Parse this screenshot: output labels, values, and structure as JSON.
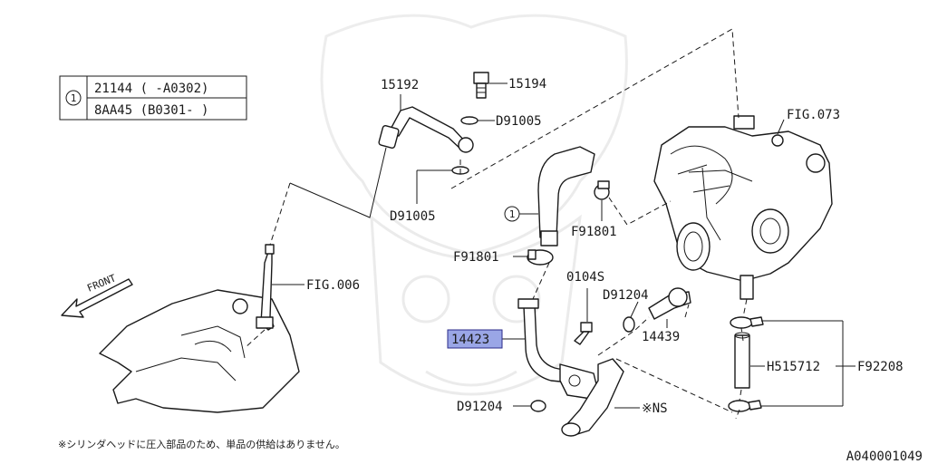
{
  "legend": {
    "circle_number": "1",
    "rows": [
      "21144  ( -A0302)",
      "8AA45 (B0301- )"
    ]
  },
  "labels": {
    "p15192": "15192",
    "p15194": "15194",
    "d91005_top": "D91005",
    "d91005_bottom": "D91005",
    "fig073": "FIG.073",
    "circle_1": "1",
    "f91801_right": "F91801",
    "f91801_left": "F91801",
    "fig006": "FIG.006",
    "front": "FRONT",
    "p0104s": "0104S",
    "d91204_top": "D91204",
    "p14439": "14439",
    "p14423": "14423",
    "h515712": "H515712",
    "f92208": "F92208",
    "d91204_bottom": "D91204",
    "ns": "※NS"
  },
  "footnote": "※シリンダヘッドに圧入部品のため、単品の供給はありません。",
  "diagram_id": "A040001049",
  "colors": {
    "highlight": "#9aa6e6",
    "ink": "#1a1a1a"
  }
}
